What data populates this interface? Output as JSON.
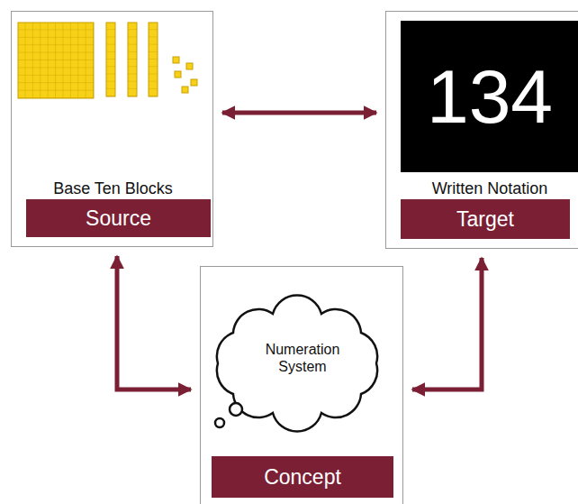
{
  "diagram": {
    "nodes": [
      {
        "text": [
          "Base Ten Blocks",
          "Source"
        ]
      },
      {
        "text": [
          "134",
          "Written Notation",
          "Target"
        ]
      },
      {
        "text": [
          "Numeration System",
          "Concept"
        ]
      }
    ],
    "edges": [
      {
        "from": 0,
        "to": 1,
        "arrow": "both"
      },
      {
        "from": 0,
        "to": 2,
        "arrow": "both"
      },
      {
        "from": 1,
        "to": 2,
        "arrow": "both"
      }
    ]
  }
}
